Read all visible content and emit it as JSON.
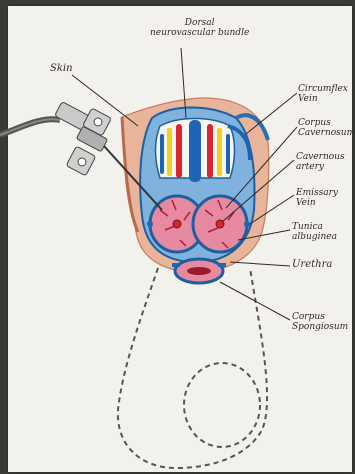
{
  "labels": {
    "dorsal_bundle": "Dorsal\nneurovascular bundle",
    "skin": "Skin",
    "circumflex_vein": "Circumflex\nVein",
    "corpus_cavernosum": "Corpus\nCavernosum",
    "cavernous_artery": "Cavernous\nartery",
    "emissary_vein": "Emissary\nVein",
    "tunica_albuginea": "Tunica\nalbuginea",
    "urethra": "Urethra",
    "corpus_spongiosum": "Corpus\nSpongiosum"
  },
  "colors": {
    "paper": "#f3f1ec",
    "skin": "#e8b49a",
    "blue": "#3b7fc4",
    "red": "#d8262e",
    "yellow": "#f2d21c",
    "tissue": "#d9506a"
  }
}
